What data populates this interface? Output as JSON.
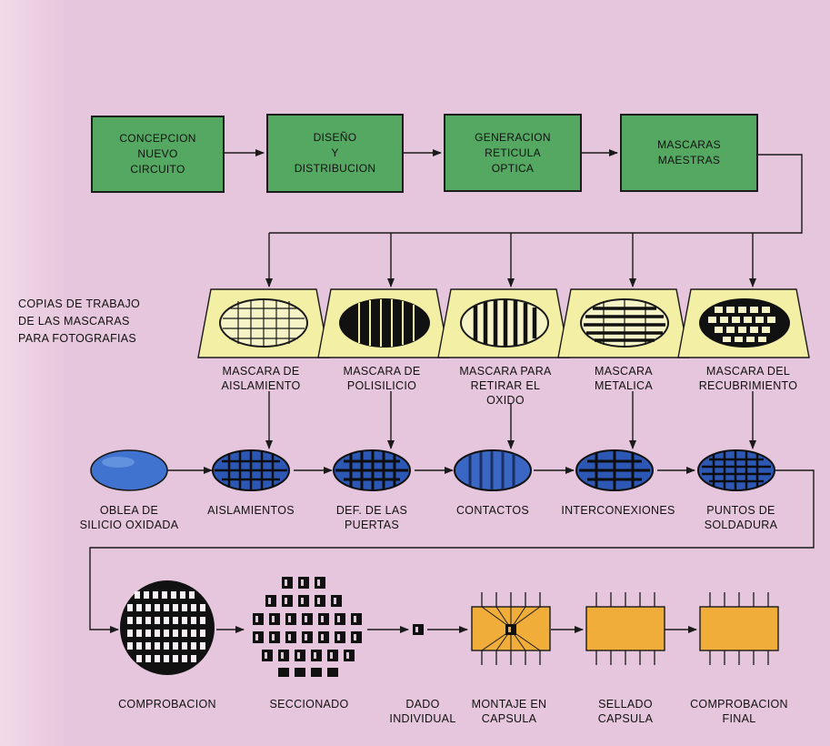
{
  "top_row": [
    {
      "label": "CONCEPCION\nNUEVO\nCIRCUITO"
    },
    {
      "label": "DISEÑO\nY\nDISTRIBUCION"
    },
    {
      "label": "GENERACION\nRETICULA\nOPTICA"
    },
    {
      "label": "MASCARAS\nMAESTRAS"
    }
  ],
  "masks_caption": "COPIAS DE TRABAJO\nDE LAS MASCARAS\nPARA FOTOGRAFIAS",
  "masks": [
    {
      "label": "MASCARA DE\nAISLAMIENTO"
    },
    {
      "label": "MASCARA DE\nPOLISILICIO"
    },
    {
      "label": "MASCARA PARA\nRETIRAR EL\nOXIDO"
    },
    {
      "label": "MASCARA\nMETALICA"
    },
    {
      "label": "MASCARA DEL\nRECUBRIMIENTO"
    }
  ],
  "wafers": [
    {
      "label": "OBLEA DE\nSILICIO OXIDADA"
    },
    {
      "label": "AISLAMIENTOS"
    },
    {
      "label": "DEF. DE LAS\nPUERTAS"
    },
    {
      "label": "CONTACTOS"
    },
    {
      "label": "INTERCONEXIONES"
    },
    {
      "label": "PUNTOS DE\nSOLDADURA"
    }
  ],
  "final_row": [
    {
      "label": "COMPROBACION"
    },
    {
      "label": "SECCIONADO"
    },
    {
      "label": "DADO\nINDIVIDUAL"
    },
    {
      "label": "MONTAJE EN\nCAPSULA"
    },
    {
      "label": "SELLADO\nCAPSULA"
    },
    {
      "label": "COMPROBACION\nFINAL"
    }
  ],
  "colors": {
    "background": "#e6c6dc",
    "process_box": "#55a862",
    "mask_sheet": "#f3f0a6",
    "wafer_blue": "#2c57b5",
    "wafer_oxide": "#3f73cf",
    "package": "#f0ad3a",
    "line": "#1a1a1a"
  }
}
